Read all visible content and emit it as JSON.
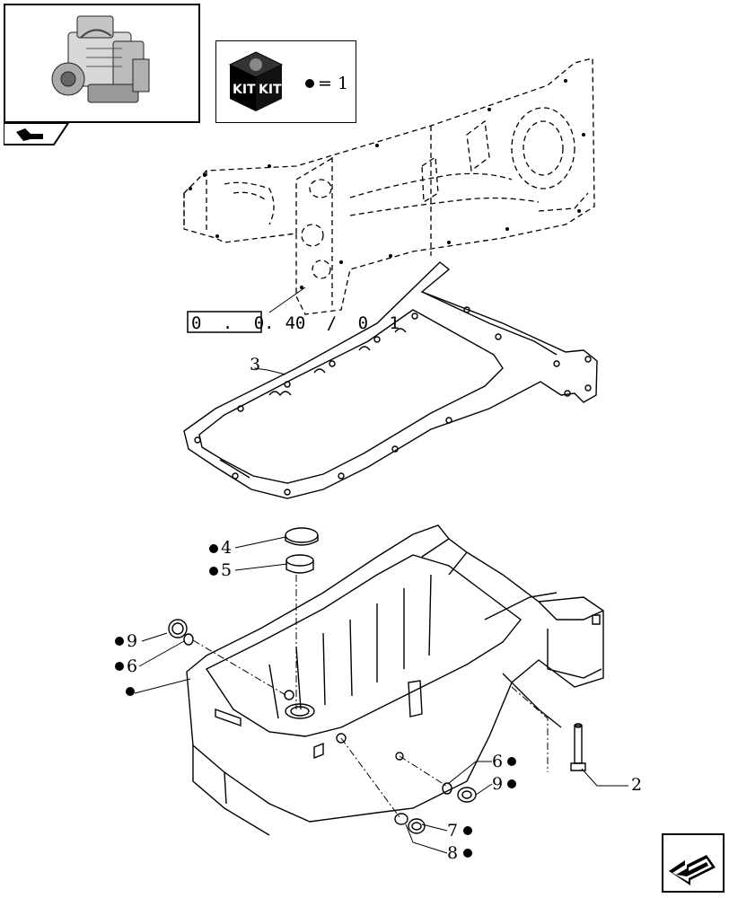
{
  "kit_legend": {
    "kit_word": "KIT",
    "equals_text": "= 1"
  },
  "reference": {
    "boxed": "0 . 0 4",
    "rest": ". 0 / 0 1"
  },
  "callouts": [
    {
      "id": "c3",
      "label": "3",
      "kit": false
    },
    {
      "id": "c4",
      "label": "4",
      "kit": true
    },
    {
      "id": "c5",
      "label": "5",
      "kit": true
    },
    {
      "id": "c9a",
      "label": "9",
      "kit": true
    },
    {
      "id": "c6a",
      "label": "6",
      "kit": true
    },
    {
      "id": "c1",
      "label": "",
      "kit": true
    },
    {
      "id": "c6b",
      "label": "6",
      "kit": true
    },
    {
      "id": "c9b",
      "label": "9",
      "kit": true
    },
    {
      "id": "c7",
      "label": "7",
      "kit": true
    },
    {
      "id": "c8",
      "label": "8",
      "kit": true
    },
    {
      "id": "c2",
      "label": "2",
      "kit": false
    }
  ],
  "colors": {
    "line": "#000000",
    "background": "#ffffff"
  },
  "icons": [
    "engine-thumbnail-icon",
    "navigation-back-icon",
    "kit-box-icon",
    "kit-bullet-icon",
    "next-page-arrow-icon"
  ]
}
